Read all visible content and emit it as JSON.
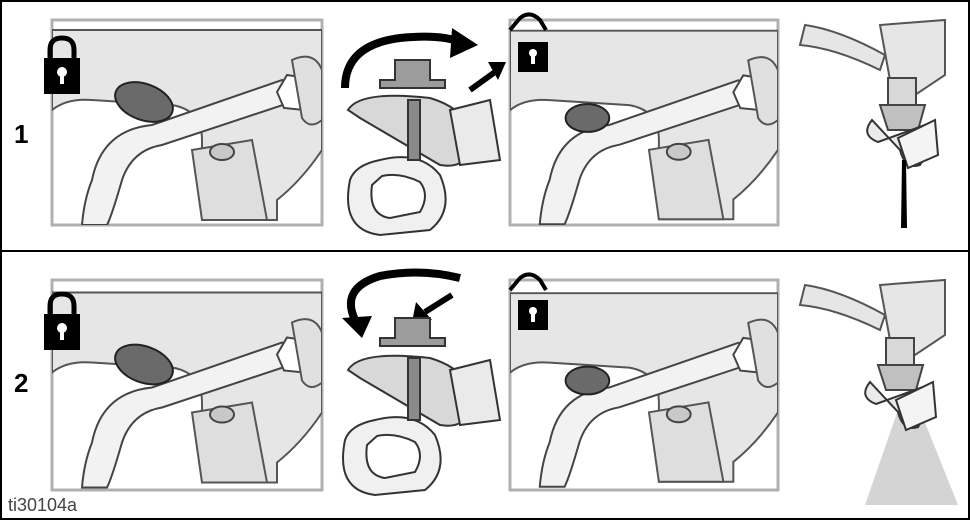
{
  "steps": [
    {
      "number": "1"
    },
    {
      "number": "2"
    }
  ],
  "figure_id": "ti30104a",
  "colors": {
    "frame": "#000000",
    "panel_border": "#b0b0b0",
    "gun_fill": "#e6e6e6",
    "gun_stroke": "#555555",
    "guard_fill": "#6a6a6a",
    "lock_fill": "#000000",
    "spray_fill": "#d4d4d4"
  },
  "icons": {
    "lock_closed": "padlock-locked-icon",
    "lock_open": "padlock-unlocked-icon",
    "rotate": "rotate-arrow-icon",
    "push": "push-arrow-icon",
    "spray_stream": "spray-stream-icon",
    "spray_fan": "spray-fan-icon"
  }
}
